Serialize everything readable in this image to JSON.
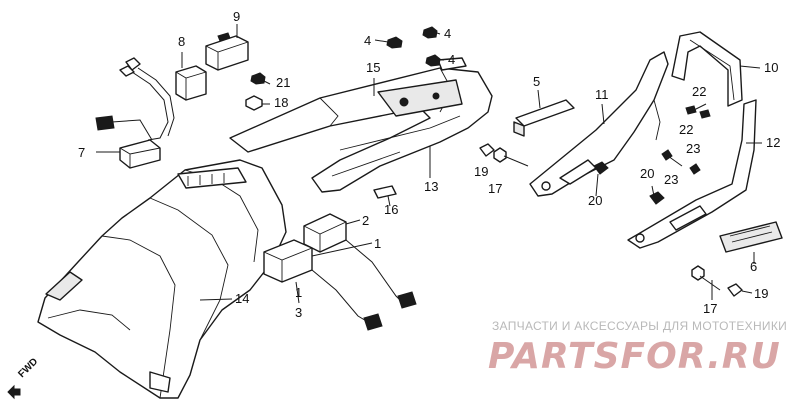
{
  "labels": {
    "l1a": "1",
    "l1b": "1",
    "l2": "2",
    "l3": "3",
    "l4a": "4",
    "l4b": "4",
    "l4c": "4",
    "l5": "5",
    "l6": "6",
    "l7": "7",
    "l8": "8",
    "l9": "9",
    "l10": "10",
    "l11": "11",
    "l12": "12",
    "l13": "13",
    "l14": "14",
    "l15": "15",
    "l16": "16",
    "l17a": "17",
    "l17b": "17",
    "l18": "18",
    "l19a": "19",
    "l19b": "19",
    "l20a": "20",
    "l20b": "20",
    "l21": "21",
    "l22a": "22",
    "l22b": "22",
    "l23a": "23",
    "l23b": "23"
  },
  "direction": "FWD",
  "watermark": {
    "caption": "ЗАПЧАСТИ И АКСЕССУАРЫ ДЛЯ МОТОТЕХНИКИ",
    "brand": "PARTSFOR.RU"
  },
  "colors": {
    "line": "#1a1a1a",
    "watermark_brand": "#d9a6a6",
    "watermark_caption": "#b9b9b9"
  }
}
